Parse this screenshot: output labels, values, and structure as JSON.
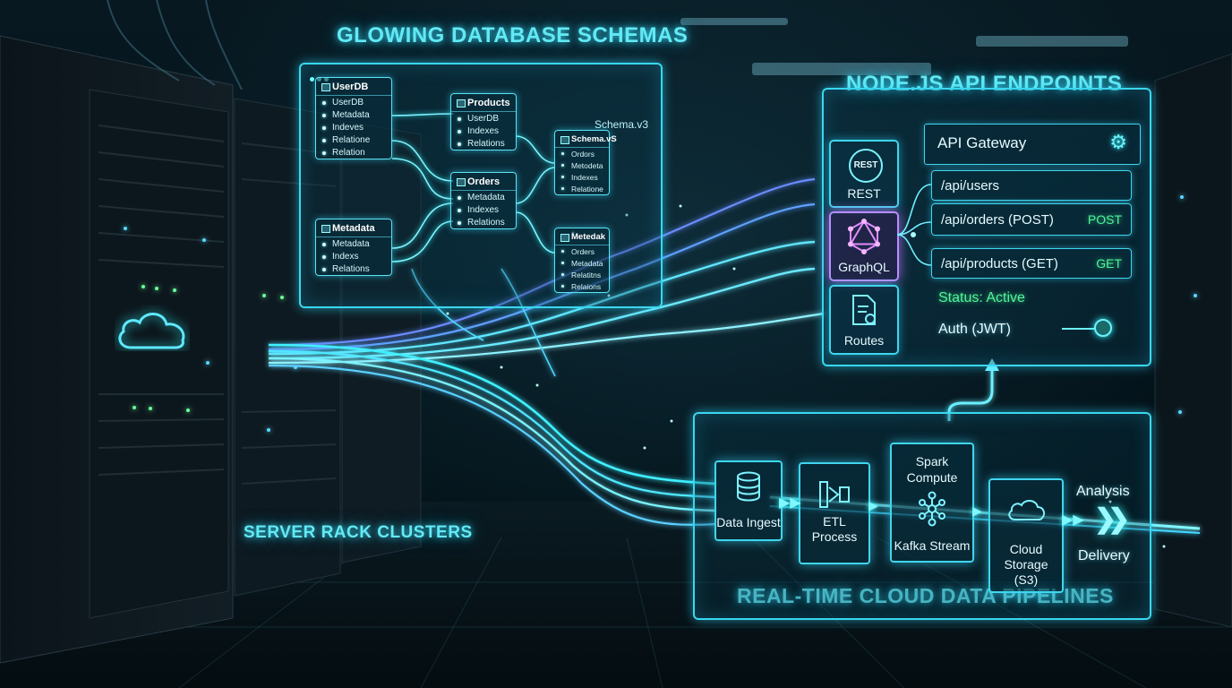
{
  "titles": {
    "schemas": "GLOWING DATABASE SCHEMAS",
    "api": "NODE.JS API ENDPOINTS",
    "racks": "SERVER RACK CLUSTERS",
    "pipelines": "REAL-TIME CLOUD DATA PIPELINES"
  },
  "schema_panel": {
    "version": "Schema.v3",
    "tables": {
      "userdb": {
        "name": "UserDB",
        "fields": [
          "UserDB",
          "Metadata",
          "Indeves",
          "Relatione",
          "Relation"
        ]
      },
      "products": {
        "name": "Products",
        "fields": [
          "UserDB",
          "Indexes",
          "Relations"
        ]
      },
      "schema_vs": {
        "name": "Schema.vS",
        "fields": [
          "Ordors",
          "Metodeta",
          "Indexes",
          "Relatione"
        ]
      },
      "orders": {
        "name": "Orders",
        "fields": [
          "Metadata",
          "Indexes",
          "Relations"
        ]
      },
      "metadata": {
        "name": "Metadata",
        "fields": [
          "Metadata",
          "Indexs",
          "Relations"
        ]
      },
      "metedak": {
        "name": "Metedak",
        "fields": [
          "Orders",
          "Metadata",
          "Relatitns",
          "Relaions"
        ]
      }
    }
  },
  "api_panel": {
    "gateway_title": "API Gateway",
    "rest_badge": "REST",
    "buttons": {
      "rest": "REST",
      "graphql": "GraphQL",
      "routes": "Routes"
    },
    "endpoints": [
      {
        "path": "/api/users",
        "method": ""
      },
      {
        "path": "/api/orders (POST)",
        "method": "POST"
      },
      {
        "path": "/api/products (GET)",
        "method": "GET"
      }
    ],
    "status": "Status: Active",
    "auth": "Auth (JWT)"
  },
  "pipeline": {
    "stages": {
      "ingest": "Data Ingest",
      "etl": "ETL Process",
      "spark": "Spark\nCompute",
      "kafka": "Kafka Stream",
      "cloud": "Cloud\nStorage\n(S3)"
    },
    "analysis": "Analysis",
    "delivery": "Delivery"
  },
  "colors": {
    "glow": "#39d7ee",
    "accent_green": "#4ef59a",
    "graphql_violet": "#b98cff"
  },
  "icons": [
    "cloud-icon",
    "gear-icon",
    "graphql-icon",
    "routes-document-icon",
    "database-icon",
    "etl-icon",
    "kafka-node-icon",
    "cloud-storage-icon",
    "chevron-right-icon"
  ]
}
